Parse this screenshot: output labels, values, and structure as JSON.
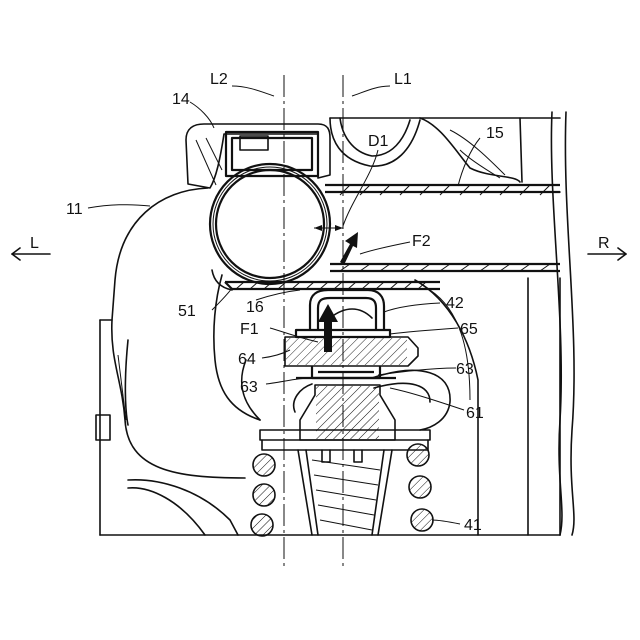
{
  "labels": {
    "l2": "L2",
    "l1": "L1",
    "n14": "14",
    "d1": "D1",
    "n15": "15",
    "n11": "11",
    "dir_l": "L",
    "dir_r": "R",
    "f2": "F2",
    "n16": "16",
    "n42": "42",
    "n51": "51",
    "f1": "F1",
    "n65": "65",
    "n64": "64",
    "n63a": "63",
    "n63b": "63",
    "n61": "61",
    "n41": "41"
  }
}
